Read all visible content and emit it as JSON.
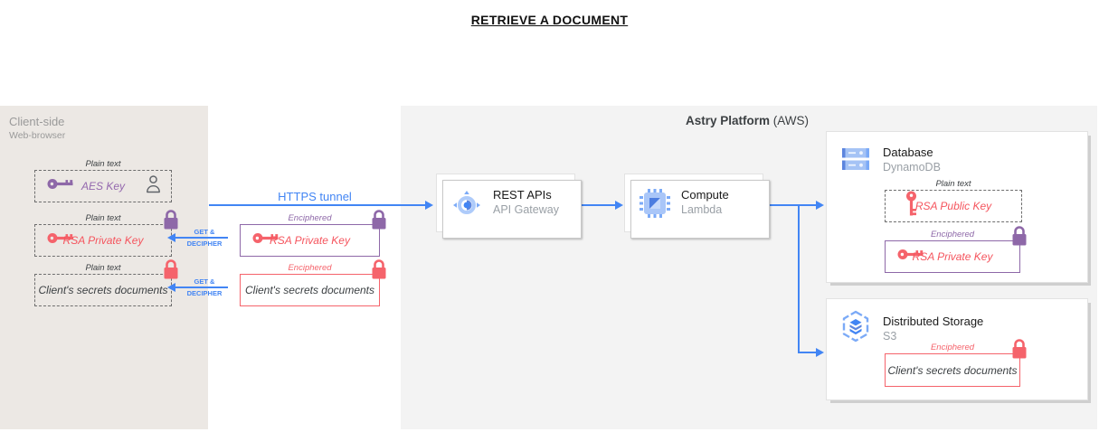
{
  "title": "RETRIEVE A DOCUMENT",
  "colors": {
    "accent_blue": "#4285F4",
    "coral_red": "#F5636B",
    "purple": "#8E68A8",
    "client_panel_bg": "#ECE8E4",
    "aws_panel_bg": "#F3F3F3",
    "icon_blue": "#7BAAF7",
    "icon_blue_dark": "#4C7DE0",
    "icon_blue_light": "#A9C6F8"
  },
  "client_panel": {
    "title": "Client-side",
    "subtitle": "Web-browser",
    "aes_box": {
      "label": "Plain text",
      "text": "AES Key"
    },
    "rsa_private_box": {
      "label": "Plain text",
      "text": "RSA Private Key"
    },
    "documents_box": {
      "label": "Plain text",
      "text": "Client's secrets documents"
    }
  },
  "tunnel": {
    "label": "HTTPS tunnel",
    "get_decipher_top": "GET &",
    "get_decipher_bottom": "DECIPHER",
    "rsa_private_box": {
      "label": "Enciphered",
      "text": "RSA Private Key"
    },
    "documents_box": {
      "label": "Enciphered",
      "text": "Client's secrets documents"
    }
  },
  "aws_panel": {
    "title": "Astry Platform",
    "title_suffix": "(AWS)",
    "rest_api": {
      "title": "REST APIs",
      "subtitle": "API Gateway"
    },
    "compute": {
      "title": "Compute",
      "subtitle": "Lambda"
    },
    "database": {
      "title": "Database",
      "subtitle": "DynamoDB",
      "public_key_box": {
        "label": "Plain text",
        "text": "RSA Public Key"
      },
      "private_key_box": {
        "label": "Enciphered",
        "text": "RSA Private Key"
      }
    },
    "storage": {
      "title": "Distributed Storage",
      "subtitle": "S3",
      "documents_box": {
        "label": "Enciphered",
        "text": "Client's secrets documents"
      }
    }
  },
  "icons": {
    "user": "person-icon",
    "key_horizontal": "key-icon",
    "key_vertical": "key-icon",
    "padlock": "padlock-icon",
    "api_gateway": "api-gateway-icon",
    "lambda": "cpu-chip-icon",
    "dynamodb": "database-servers-icon",
    "s3": "hexagon-storage-icon"
  }
}
